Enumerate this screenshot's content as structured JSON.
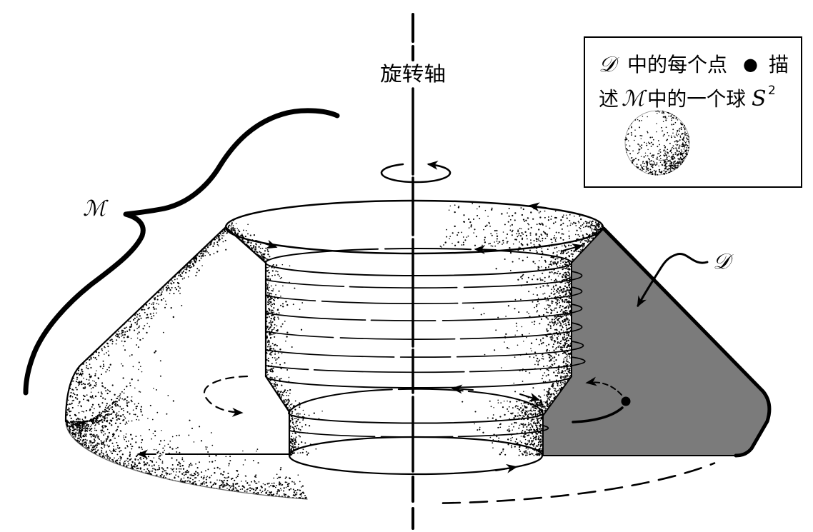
{
  "diagram": {
    "axis_label": "旋转轴",
    "manifold_label": "ℳ",
    "section_label": "𝒟"
  },
  "legend": {
    "line1": {
      "d": "𝒟",
      "text": "中的每个点",
      "dot": "●",
      "tail": "描"
    },
    "line2": {
      "head": "述",
      "m": "ℳ",
      "text": "中的一个球",
      "s": "S",
      "sup": "2"
    }
  },
  "colors": {
    "section_fill": "#7b7b7b",
    "ink": "#000000",
    "background": "#ffffff"
  }
}
